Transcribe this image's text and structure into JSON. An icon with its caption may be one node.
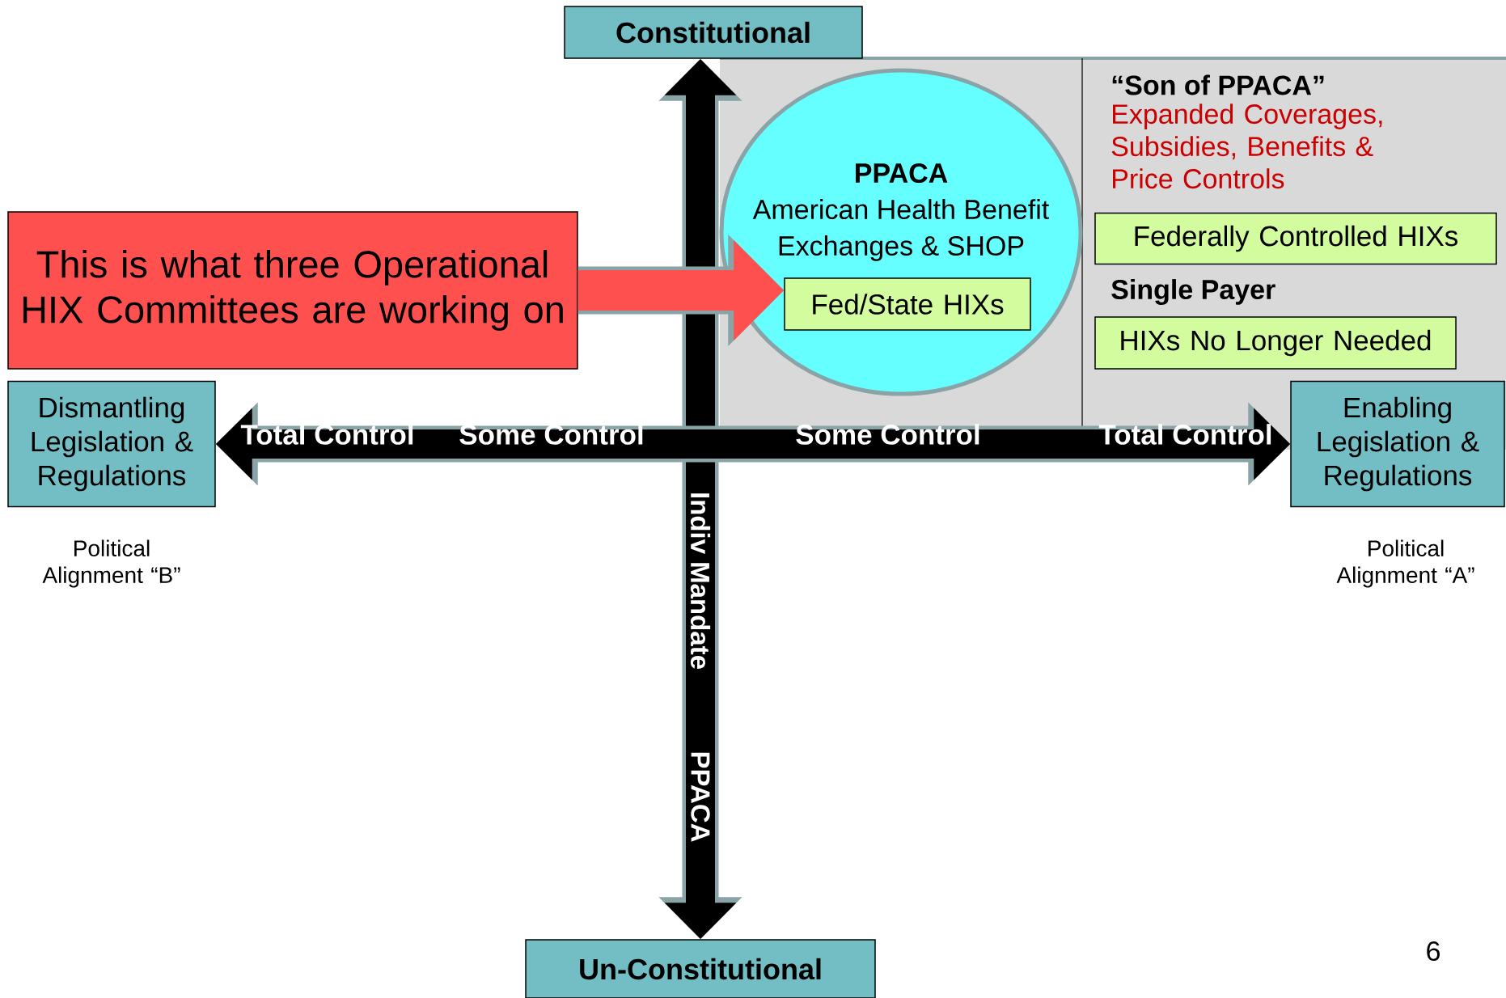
{
  "diagram": {
    "nodes": [
      {
        "text": [
          "Constitutional"
        ]
      },
      {
        "text": [
          "This is what three Operational HIX Committees are working on"
        ]
      },
      {
        "text": [
          "PPACA",
          "American Health Benefit Exchanges & SHOP"
        ]
      },
      {
        "text": [
          "Fed/State HIXs"
        ],
        "in": 2
      },
      {
        "text": [
          "Federally Controlled HIXs"
        ]
      },
      {
        "text": [
          "HIXs No Longer Needed"
        ]
      },
      {
        "text": [
          "Dismantling Legislation & Regulations"
        ]
      },
      {
        "text": [
          "Enabling Legislation & Regulations"
        ]
      },
      {
        "text": [
          "Un-Constitutional"
        ]
      }
    ],
    "edges": [
      {
        "from": 0,
        "to": 8,
        "arrow": "both"
      },
      {
        "from": 6,
        "to": 7,
        "arrow": "both"
      },
      {
        "from": 1,
        "to": 3,
        "arrow": "to",
        "color": "#ff5050"
      }
    ],
    "labels": [
      "“Son of PPACA”",
      "Expanded Coverages, Subsidies, Benefits & Price Controls",
      "Single Payer",
      "Total Control",
      "Some Control",
      "Some Control",
      "Total Control",
      "Indiv Mandate",
      "PPACA",
      "Political Alignment “B”",
      "Political Alignment “A”",
      "6"
    ]
  }
}
